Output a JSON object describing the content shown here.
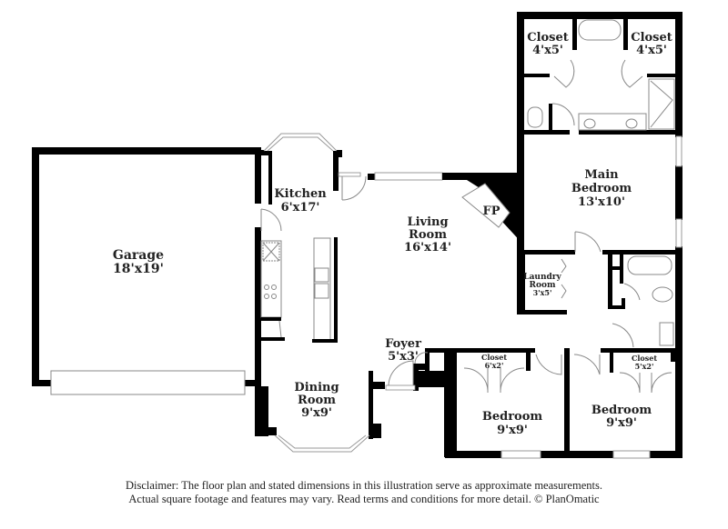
{
  "floor_plan": {
    "rooms": [
      {
        "id": "garage",
        "name": "Garage",
        "dims": "18'x19'"
      },
      {
        "id": "kitchen",
        "name": "Kitchen",
        "dims": "6'x17'"
      },
      {
        "id": "living-room",
        "name_line1": "Living",
        "name_line2": "Room",
        "dims": "16'x14'"
      },
      {
        "id": "dining-room",
        "name_line1": "Dining",
        "name_line2": "Room",
        "dims": "9'x9'"
      },
      {
        "id": "foyer",
        "name": "Foyer",
        "dims": "5'x3'"
      },
      {
        "id": "main-bedroom",
        "name_line1": "Main",
        "name_line2": "Bedroom",
        "dims": "13'x10'"
      },
      {
        "id": "closet-left",
        "name": "Closet",
        "dims": "4'x5'"
      },
      {
        "id": "closet-right",
        "name": "Closet",
        "dims": "4'x5'"
      },
      {
        "id": "laundry-room",
        "name_line1": "Laundry",
        "name_line2": "Room",
        "dims": "3'x5'"
      },
      {
        "id": "bedroom-2",
        "name": "Bedroom",
        "dims": "9'x9'"
      },
      {
        "id": "bedroom-3",
        "name": "Bedroom",
        "dims": "9'x9'"
      },
      {
        "id": "closet-bed2",
        "name": "Closet",
        "dims": "6'x2'"
      },
      {
        "id": "closet-bed3",
        "name": "Closet",
        "dims": "5'x2'"
      }
    ],
    "fireplace_label": "FP",
    "wall_color": "#000000",
    "fixture_color": "#888888"
  },
  "disclaimer": {
    "line1": "Disclaimer: The floor plan and stated dimensions in this illustration serve as approximate measurements.",
    "line2": "Actual square footage and features may vary. Read terms and conditions for more detail. © PlanOmatic"
  }
}
